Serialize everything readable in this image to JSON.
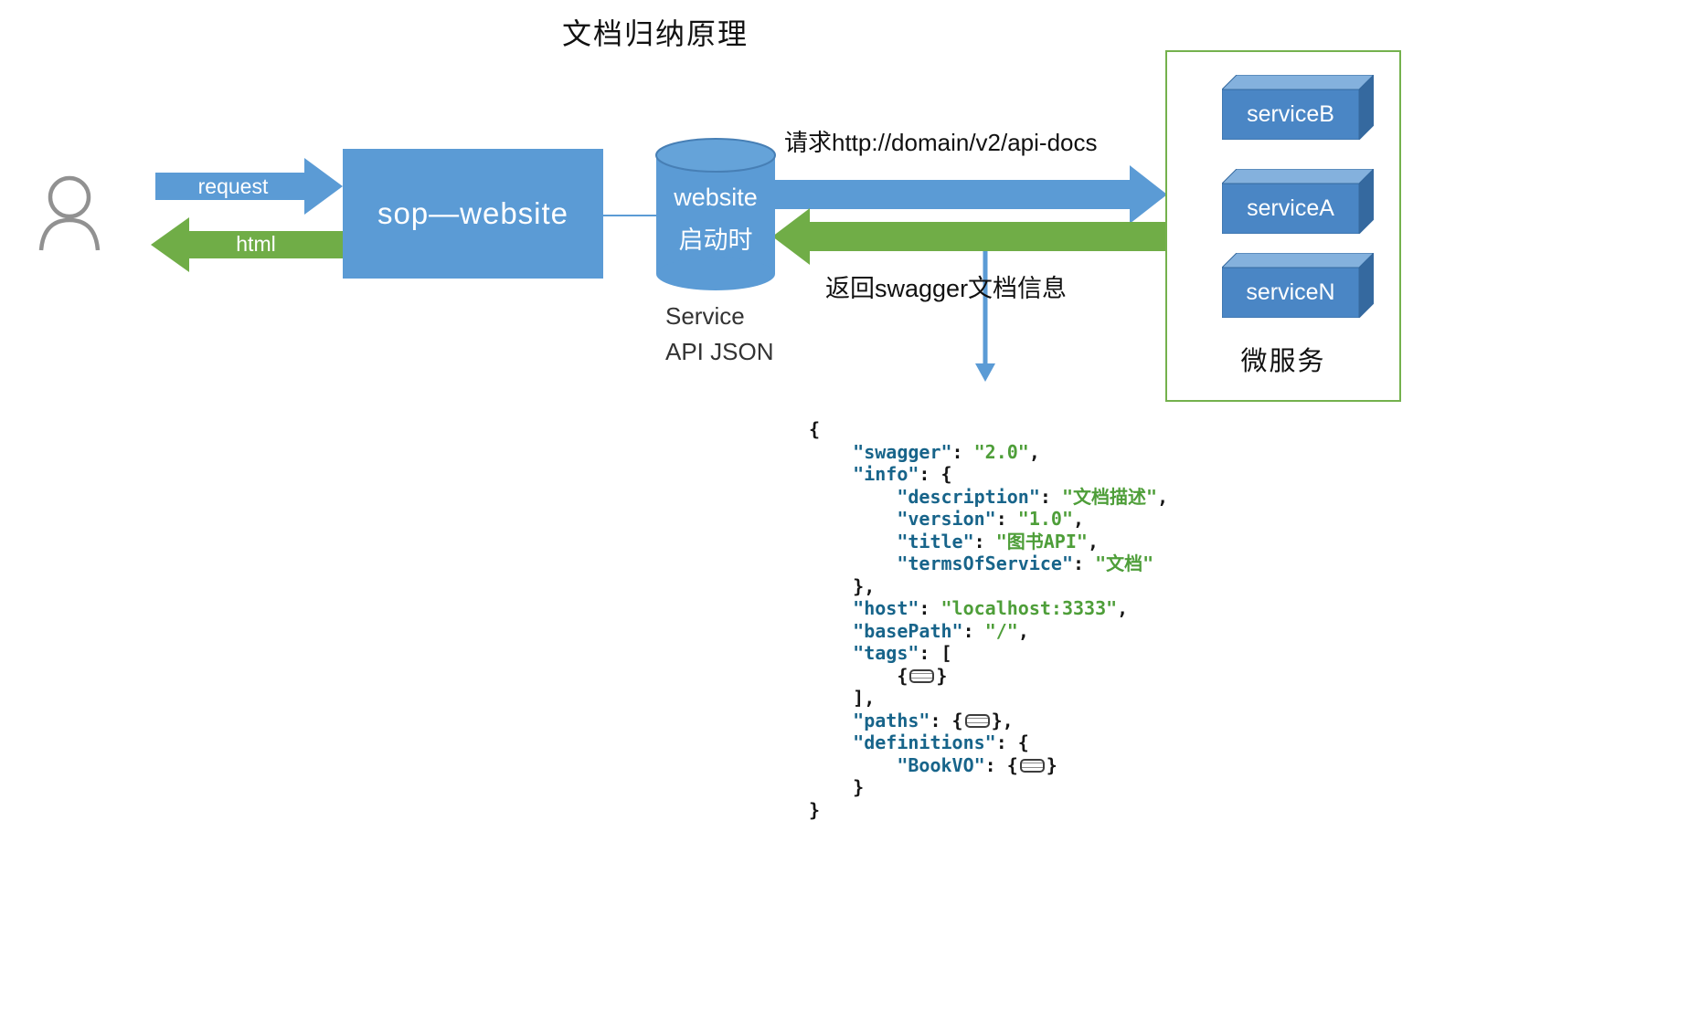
{
  "title": "文档归纳原理",
  "labels": {
    "request": "request",
    "html": "html",
    "request_url": "请求http://domain/v2/api-docs",
    "swagger_return": "返回swagger文档信息"
  },
  "sop_website": {
    "label": "sop—website"
  },
  "cylinder": {
    "line1": "website",
    "line2": "启动时",
    "caption1": "Service",
    "caption2": "API JSON"
  },
  "microservices": {
    "caption": "微服务",
    "services": [
      {
        "label": "serviceB"
      },
      {
        "label": "serviceA"
      },
      {
        "label": "serviceN"
      }
    ]
  },
  "colors": {
    "blue": "#5B9BD5",
    "green": "#70AD47",
    "panel_border_green": "#74B14D",
    "box_front": "#4A86C5",
    "box_top": "#84B1DD",
    "box_side": "#35699F",
    "code_key": "#17648A",
    "code_value": "#4E9E39"
  },
  "code": {
    "lines": [
      [
        {
          "c": "p",
          "t": "{"
        }
      ],
      [
        {
          "c": "p",
          "t": "    "
        },
        {
          "c": "k",
          "t": "\"swagger\""
        },
        {
          "c": "p",
          "t": ": "
        },
        {
          "c": "v",
          "t": "\"2.0\""
        },
        {
          "c": "p",
          "t": ","
        }
      ],
      [
        {
          "c": "p",
          "t": "    "
        },
        {
          "c": "k",
          "t": "\"info\""
        },
        {
          "c": "p",
          "t": ": {"
        }
      ],
      [
        {
          "c": "p",
          "t": "        "
        },
        {
          "c": "k",
          "t": "\"description\""
        },
        {
          "c": "p",
          "t": ": "
        },
        {
          "c": "v",
          "t": "\"文档描述\""
        },
        {
          "c": "p",
          "t": ","
        }
      ],
      [
        {
          "c": "p",
          "t": "        "
        },
        {
          "c": "k",
          "t": "\"version\""
        },
        {
          "c": "p",
          "t": ": "
        },
        {
          "c": "v",
          "t": "\"1.0\""
        },
        {
          "c": "p",
          "t": ","
        }
      ],
      [
        {
          "c": "p",
          "t": "        "
        },
        {
          "c": "k",
          "t": "\"title\""
        },
        {
          "c": "p",
          "t": ": "
        },
        {
          "c": "v",
          "t": "\"图书API\""
        },
        {
          "c": "p",
          "t": ","
        }
      ],
      [
        {
          "c": "p",
          "t": "        "
        },
        {
          "c": "k",
          "t": "\"termsOfService\""
        },
        {
          "c": "p",
          "t": ": "
        },
        {
          "c": "v",
          "t": "\"文档\""
        }
      ],
      [
        {
          "c": "p",
          "t": "    },"
        }
      ],
      [
        {
          "c": "p",
          "t": "    "
        },
        {
          "c": "k",
          "t": "\"host\""
        },
        {
          "c": "p",
          "t": ": "
        },
        {
          "c": "v",
          "t": "\"localhost:3333\""
        },
        {
          "c": "p",
          "t": ","
        }
      ],
      [
        {
          "c": "p",
          "t": "    "
        },
        {
          "c": "k",
          "t": "\"basePath\""
        },
        {
          "c": "p",
          "t": ": "
        },
        {
          "c": "v",
          "t": "\"/\""
        },
        {
          "c": "p",
          "t": ","
        }
      ],
      [
        {
          "c": "p",
          "t": "    "
        },
        {
          "c": "k",
          "t": "\"tags\""
        },
        {
          "c": "p",
          "t": ": ["
        }
      ],
      [
        {
          "c": "p",
          "t": "        {"
        },
        {
          "c": "fold"
        },
        {
          "c": "p",
          "t": "}"
        }
      ],
      [
        {
          "c": "p",
          "t": "    ],"
        }
      ],
      [
        {
          "c": "p",
          "t": "    "
        },
        {
          "c": "k",
          "t": "\"paths\""
        },
        {
          "c": "p",
          "t": ": {"
        },
        {
          "c": "fold"
        },
        {
          "c": "p",
          "t": "},"
        }
      ],
      [
        {
          "c": "p",
          "t": "    "
        },
        {
          "c": "k",
          "t": "\"definitions\""
        },
        {
          "c": "p",
          "t": ": {"
        }
      ],
      [
        {
          "c": "p",
          "t": "        "
        },
        {
          "c": "k",
          "t": "\"BookVO\""
        },
        {
          "c": "p",
          "t": ": {"
        },
        {
          "c": "fold"
        },
        {
          "c": "p",
          "t": "}"
        }
      ],
      [
        {
          "c": "p",
          "t": "    }"
        }
      ],
      [
        {
          "c": "p",
          "t": "}"
        }
      ]
    ]
  }
}
